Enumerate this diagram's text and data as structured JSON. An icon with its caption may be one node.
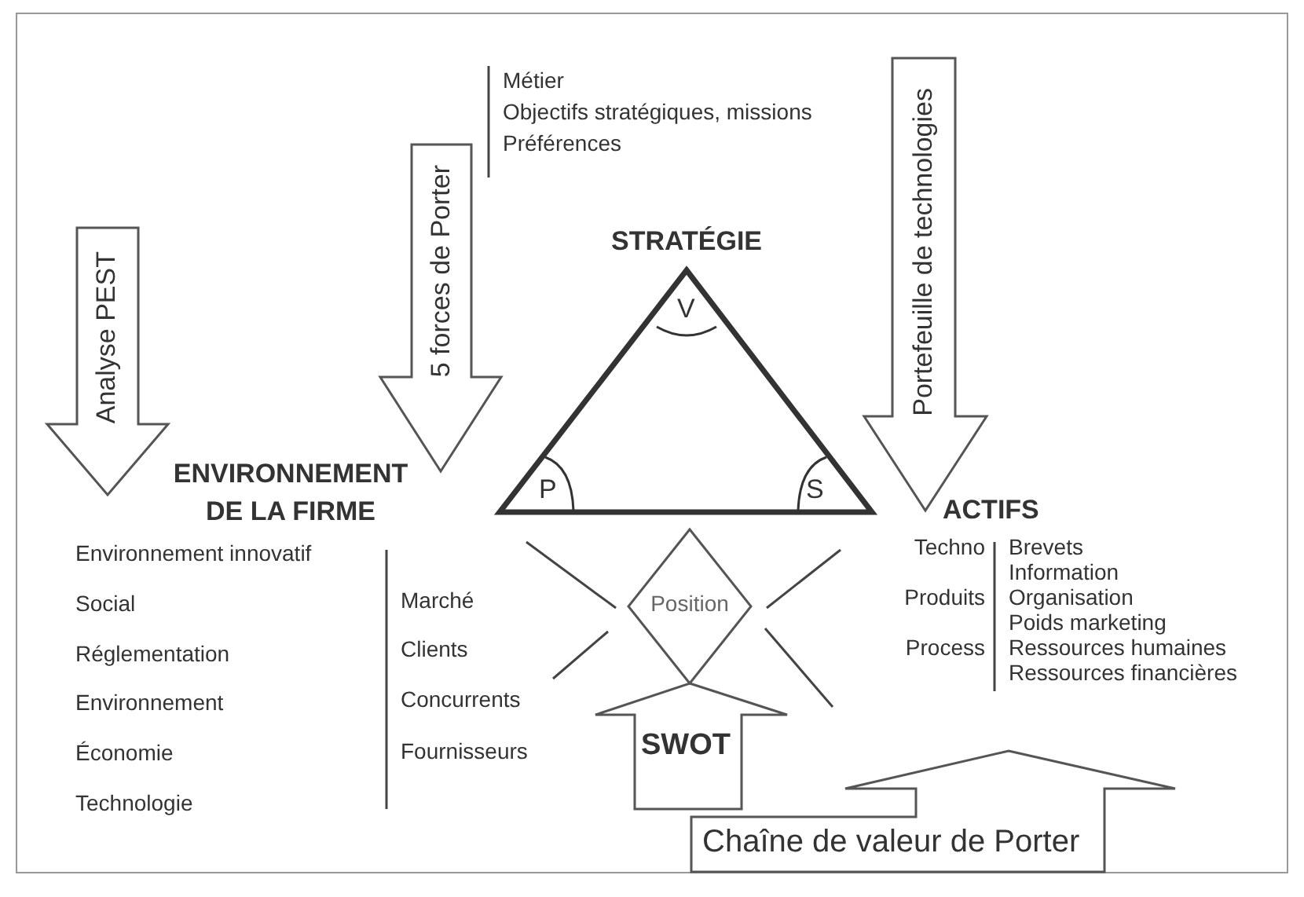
{
  "diagram": {
    "nodes": [
      {
        "text": [
          "Analyse PEST"
        ]
      },
      {
        "text": [
          "5 forces de Porter"
        ]
      },
      {
        "text": [
          "Portefeuille de technologies"
        ]
      },
      {
        "text": [
          "STRATÉGIE",
          "V",
          "P",
          "S"
        ]
      },
      {
        "text": [
          "Position"
        ]
      },
      {
        "text": [
          "Chaîne de valeur de Porter"
        ]
      }
    ],
    "edges": [
      {
        "from": null,
        "to": 4,
        "arrow": "to",
        "label": "SWOT"
      }
    ],
    "labels": [
      "Métier",
      "Objectifs stratégiques, missions",
      "Préférences",
      "ENVIRONNEMENT DE LA FIRME",
      "Environnement innovatif",
      "Social",
      "Marché",
      "Réglementation",
      "Clients",
      "Environnement",
      "Concurrents",
      "Économie",
      "Fournisseurs",
      "Technologie",
      "ACTIFS",
      "Techno",
      "Brevets",
      "Information",
      "Produits",
      "Organisation",
      "Poids marketing",
      "Process",
      "Ressources humaines",
      "Ressources financières"
    ]
  }
}
